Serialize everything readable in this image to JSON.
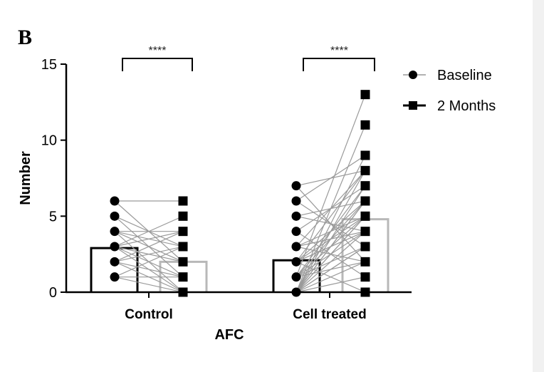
{
  "panel_label": "B",
  "chart_data": {
    "type": "bar",
    "title": "",
    "xlabel": "AFC",
    "ylabel": "Number",
    "ylim": [
      0,
      15
    ],
    "yticks": [
      0,
      5,
      10,
      15
    ],
    "categories": [
      "Control",
      "Cell treated"
    ],
    "series": [
      {
        "name": "Baseline",
        "marker": "circle",
        "bar_color": "#000000",
        "values": [
          2.9,
          2.1
        ]
      },
      {
        "name": "2 Months",
        "marker": "square",
        "bar_color": "#b5b5b5",
        "values": [
          2.0,
          4.8
        ]
      }
    ],
    "paired_points": {
      "Control": [
        [
          6,
          6
        ],
        [
          6,
          2
        ],
        [
          5,
          3
        ],
        [
          5,
          1
        ],
        [
          4,
          4
        ],
        [
          4,
          2
        ],
        [
          4,
          0
        ],
        [
          4,
          3
        ],
        [
          3,
          5
        ],
        [
          3,
          4
        ],
        [
          3,
          1
        ],
        [
          3,
          0
        ],
        [
          3,
          2
        ],
        [
          2,
          3
        ],
        [
          2,
          0
        ],
        [
          2,
          4
        ],
        [
          2,
          1
        ],
        [
          1,
          1
        ],
        [
          1,
          3
        ],
        [
          1,
          0
        ]
      ],
      "Cell treated": [
        [
          7,
          8
        ],
        [
          7,
          2
        ],
        [
          6,
          3
        ],
        [
          6,
          9
        ],
        [
          5,
          6
        ],
        [
          5,
          4
        ],
        [
          4,
          7
        ],
        [
          4,
          1
        ],
        [
          3,
          5
        ],
        [
          3,
          8
        ],
        [
          3,
          2
        ],
        [
          2,
          6
        ],
        [
          2,
          4
        ],
        [
          2,
          0
        ],
        [
          1,
          13
        ],
        [
          1,
          5
        ],
        [
          1,
          3
        ],
        [
          1,
          7
        ],
        [
          0,
          11
        ],
        [
          0,
          9
        ],
        [
          0,
          8
        ],
        [
          0,
          6
        ],
        [
          0,
          5
        ],
        [
          0,
          4
        ],
        [
          0,
          3
        ],
        [
          0,
          2
        ],
        [
          0,
          7
        ],
        [
          0,
          5
        ],
        [
          0,
          1
        ],
        [
          1,
          6
        ],
        [
          2,
          5
        ],
        [
          3,
          4
        ],
        [
          0,
          0
        ],
        [
          1,
          2
        ],
        [
          2,
          8
        ],
        [
          0,
          6
        ],
        [
          0,
          3
        ],
        [
          1,
          4
        ]
      ]
    },
    "significance": [
      {
        "category": "Control",
        "label": "****"
      },
      {
        "category": "Cell treated",
        "label": "****"
      }
    ],
    "legend": {
      "position": "top-right",
      "entries": [
        "Baseline",
        "2 Months"
      ]
    },
    "grid": false
  }
}
